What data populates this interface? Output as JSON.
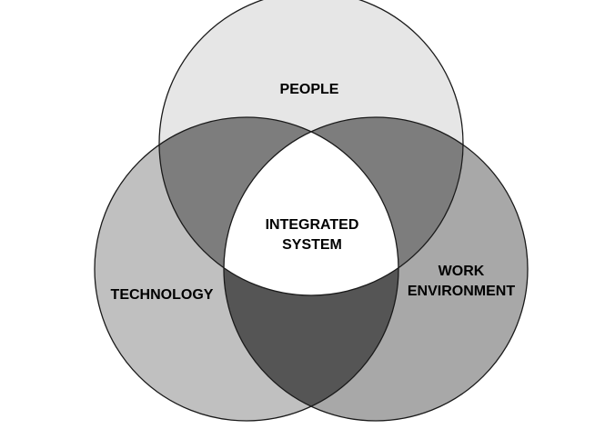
{
  "diagram": {
    "type": "venn",
    "sets": [
      {
        "id": "people",
        "label": "PEOPLE",
        "fill": "#e6e6e6"
      },
      {
        "id": "technology",
        "label": "TECHNOLOGY",
        "fill": "#c0c0c0"
      },
      {
        "id": "work",
        "label_lines": [
          "WORK",
          "ENVIRONMENT"
        ],
        "fill": "#a8a8a8"
      }
    ],
    "overlaps": {
      "people_technology": {
        "fill": "#7d7d7d"
      },
      "people_work": {
        "fill": "#7d7d7d"
      },
      "technology_work": {
        "fill": "#555555"
      }
    },
    "center": {
      "label_lines": [
        "INTEGRATED",
        "SYSTEM"
      ],
      "fill": "#ffffff"
    },
    "outline_color": "#1a1a1a"
  }
}
